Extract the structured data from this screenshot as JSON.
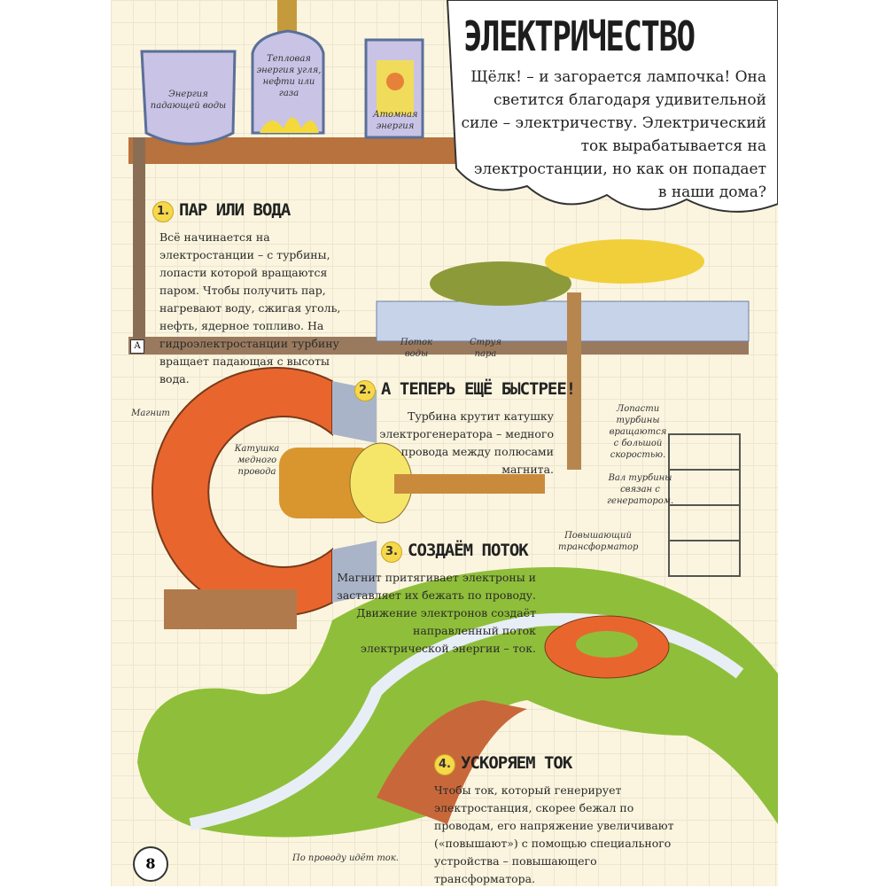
{
  "title": "ЭЛЕКТРИЧЕСТВО",
  "intro": "Щёлк! – и загорается лампочка! Она светится благодаря удивительной силе – электричеству. Электрический ток вырабатывается на электростанции, но как он попадает в наши дома?",
  "jars": [
    {
      "label": "Энергия падающей воды"
    },
    {
      "label": "Тепловая энергия угля, нефти или газа"
    },
    {
      "label": "Атомная энергия"
    }
  ],
  "sections": [
    {
      "number": "1.",
      "heading": "ПАР ИЛИ ВОДА",
      "text": "Всё начинается на электростанции – с турбины, лопасти которой вращаются паром. Чтобы получить пар, нагревают воду, сжигая уголь, нефть, ядерное топливо. На гидроэлектростанции турбину вращает падающая с высоты вода."
    },
    {
      "number": "2.",
      "heading": "А ТЕПЕРЬ ЕЩЁ БЫСТРЕЕ!",
      "text": "Турбина крутит катушку электрогенератора – медного провода между полюсами магнита."
    },
    {
      "number": "3.",
      "heading": "СОЗДАЁМ ПОТОК",
      "text": "Магнит притягивает электроны и заставляет их бежать по проводу. Движение электронов создаёт направленный поток электрической энергии – ток."
    },
    {
      "number": "4.",
      "heading": "УСКОРЯЕМ ТОК",
      "text": "Чтобы ток, который генерирует электростанция, скорее бежал по проводам, его напряжение увеличивают («повышают») с помощью специального устройства – повышающего трансформатора."
    }
  ],
  "captions": {
    "water_flow": "Поток воды",
    "steam_jet": "Струя пара",
    "magnet": "Магнит",
    "coil": "Катушка медного провода",
    "blades": "Лопасти турбины вращаются с большой скоростью.",
    "shaft": "Вал турбины связан с генератором.",
    "transformer": "Повышающий трансформатор",
    "wire": "По проводу идёт ток.",
    "marker_a": "А"
  },
  "page_number": "8",
  "colors": {
    "paper": "#fbf5df",
    "magnet": "#e8662e",
    "grass": "#8fbf3a",
    "soil": "#c8683a",
    "copper": "#c98a3c",
    "jar": "#c9c3e6"
  }
}
